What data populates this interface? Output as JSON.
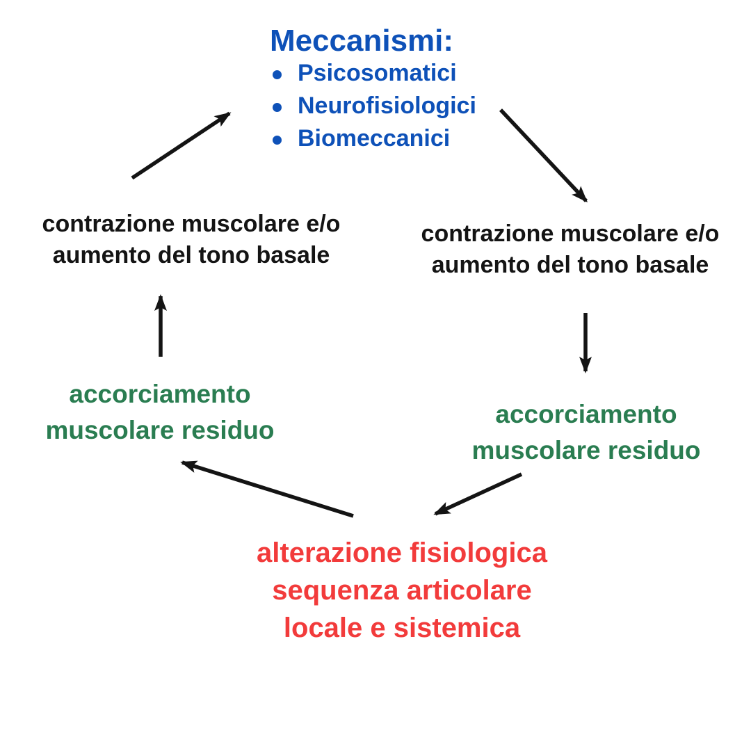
{
  "colors": {
    "blue": "#0e51b8",
    "green": "#2a7d51",
    "red": "#f23b3b",
    "ink": "#141414",
    "bg": "#ffffff"
  },
  "mechanisms": {
    "title": "Meccanismi:",
    "items": [
      "Psicosomatici",
      "Neurofisiologici",
      "Biomeccanici"
    ]
  },
  "nodes": {
    "left_contraction": {
      "lines": [
        "contrazione muscolare e/o",
        "aumento del tono basale"
      ]
    },
    "right_contraction": {
      "lines": [
        "contrazione muscolare e/o",
        "aumento del tono basale"
      ]
    },
    "left_shortening": {
      "lines": [
        "accorciamento",
        "muscolare residuo"
      ]
    },
    "right_shortening": {
      "lines": [
        "accorciamento",
        "muscolare residuo"
      ]
    },
    "alteration": {
      "lines": [
        "alterazione fisiologica",
        "sequenza articolare",
        "locale e sistemica"
      ]
    }
  }
}
